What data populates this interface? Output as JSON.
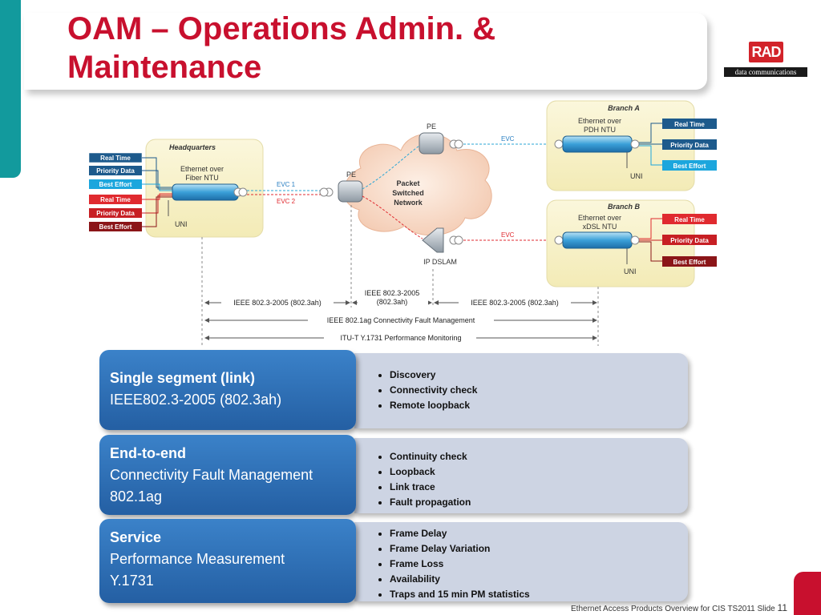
{
  "slide": {
    "title_line1": "OAM – Operations Admin. &",
    "title_line2": "Maintenance",
    "logo_brand": "RAD",
    "logo_sub": "data communications",
    "footer_text": "Ethernet Access Products Overview for CIS TS2011 Slide",
    "slide_number": "11"
  },
  "diagram": {
    "hq": {
      "title": "Headquarters",
      "device_line1": "Ethernet over",
      "device_line2": "Fiber NTU",
      "uni": "UNI",
      "services": [
        "Real Time",
        "Priority Data",
        "Best Effort",
        "Real Time",
        "Priority Data",
        "Best Effort"
      ]
    },
    "evc1": "EVC 1",
    "evc2": "EVC 2",
    "pe_left": "PE",
    "pe_top": "PE",
    "cloud_line1": "Packet",
    "cloud_line2": "Switched",
    "cloud_line3": "Network",
    "ip_dslam": "IP DSLAM",
    "evc_top": "EVC",
    "evc_bottom": "EVC",
    "branch_a": {
      "title": "Branch A",
      "device_line1": "Ethernet over",
      "device_line2": "PDH NTU",
      "uni": "UNI",
      "services": [
        "Real Time",
        "Priority Data",
        "Best Effort"
      ]
    },
    "branch_b": {
      "title": "Branch B",
      "device_line1": "Ethernet over",
      "device_line2": "xDSL NTU",
      "uni": "UNI",
      "services": [
        "Real Time",
        "Priority Data",
        "Best Effort"
      ]
    },
    "std_left": "IEEE 802.3-2005 (802.3ah)",
    "std_mid_line1": "IEEE 802.3-2005",
    "std_mid_line2": "(802.3ah)",
    "std_right": "IEEE 802.3-2005 (802.3ah)",
    "std_cfm": "IEEE 802.1ag Connectivity Fault Management",
    "std_pm": "ITU-T Y.1731 Performance Monitoring"
  },
  "rows": [
    {
      "heading": "Single segment (link)",
      "line2": "IEEE802.3-2005  (802.3ah)",
      "line3": "",
      "bullets": [
        "Discovery",
        "Connectivity check",
        "Remote loopback"
      ]
    },
    {
      "heading": "End-to-end",
      "line2": "Connectivity Fault Management",
      "line3": "802.1ag",
      "bullets": [
        "Continuity check",
        "Loopback",
        "Link trace",
        "Fault propagation"
      ]
    },
    {
      "heading": "Service",
      "line2": "Performance Measurement",
      "line3": "Y.1731",
      "bullets": [
        "Frame Delay",
        "Frame Delay Variation",
        "Frame Loss",
        "Availability",
        "Traps and 15 min PM statistics"
      ]
    }
  ],
  "colors": {
    "title_red": "#c8102e",
    "teal": "#129a9d",
    "box_blue": "#2e6fb8",
    "box_grey": "#cdd4e3",
    "service_dark_blue": "#1d5a8c",
    "service_cyan": "#1ca6dd",
    "service_red": "#e02a2f",
    "service_dark_red": "#8b1518"
  }
}
